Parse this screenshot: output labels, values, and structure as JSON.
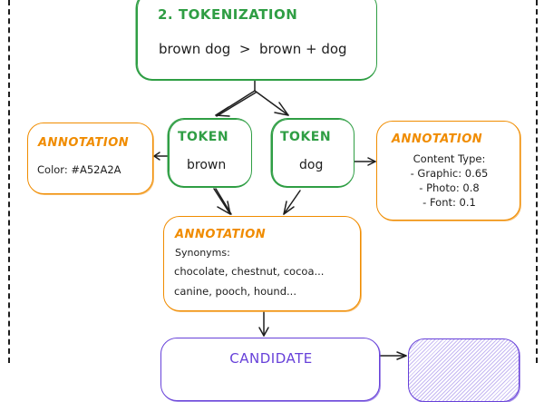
{
  "diagram": {
    "tokenization": {
      "title": "2. TOKENIZATION",
      "text": "brown dog  >  brown + dog"
    },
    "tokens": [
      {
        "title": "TOKEN",
        "value": "brown"
      },
      {
        "title": "TOKEN",
        "value": "dog"
      }
    ],
    "annotation_color": {
      "title": "ANNOTATION",
      "text": "Color: #A52A2A"
    },
    "annotation_content_type": {
      "title": "ANNOTATION",
      "lines": [
        "Content Type:",
        "- Graphic: 0.65",
        "- Photo: 0.8",
        "- Font: 0.1"
      ]
    },
    "annotation_synonyms": {
      "title": "ANNOTATION",
      "label": "Synonyms:",
      "lines": [
        "chocolate, chestnut, cocoa...",
        "canine, pooch, hound..."
      ]
    },
    "candidate": {
      "title": "CANDIDATE"
    },
    "colors": {
      "green": "#2f9e44",
      "orange": "#f08c00",
      "purple": "#6741d9",
      "ink": "#1e1e1e"
    }
  }
}
